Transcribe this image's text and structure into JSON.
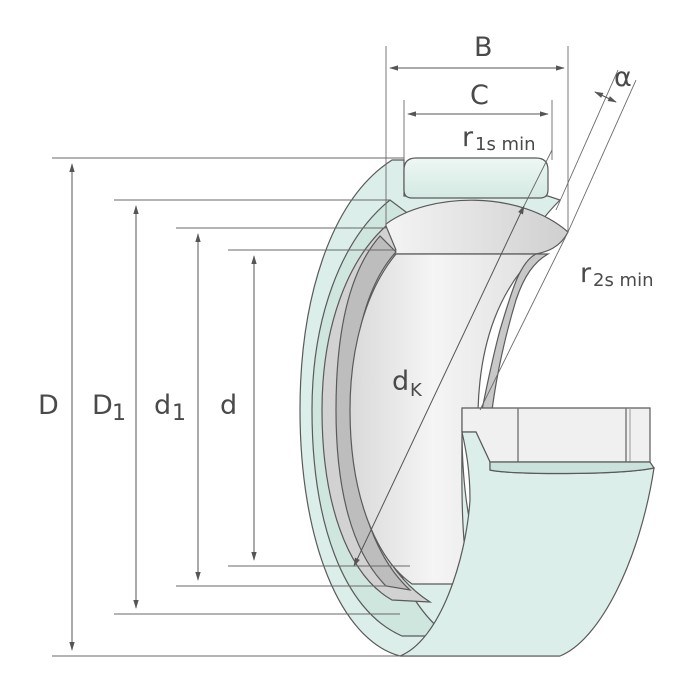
{
  "labels": {
    "B": "B",
    "C": "C",
    "alpha": "α",
    "r1s": {
      "main": "r",
      "sub": "1s min"
    },
    "r2s": {
      "main": "r",
      "sub": "2s min"
    },
    "D": "D",
    "D1": {
      "main": "D",
      "sub": "1"
    },
    "d1": {
      "main": "d",
      "sub": "1"
    },
    "d": "d",
    "dK": {
      "main": "d",
      "sub": "K"
    }
  },
  "colors": {
    "outer_ring": "#dbeee9",
    "outer_ring_dark": "#c9e2dc",
    "inner_ring": "#e6e6e6",
    "inner_ring_dark": "#c4c4c4",
    "bore": "#f2f2f2",
    "line": "#555555",
    "text": "#4a4a4a"
  }
}
